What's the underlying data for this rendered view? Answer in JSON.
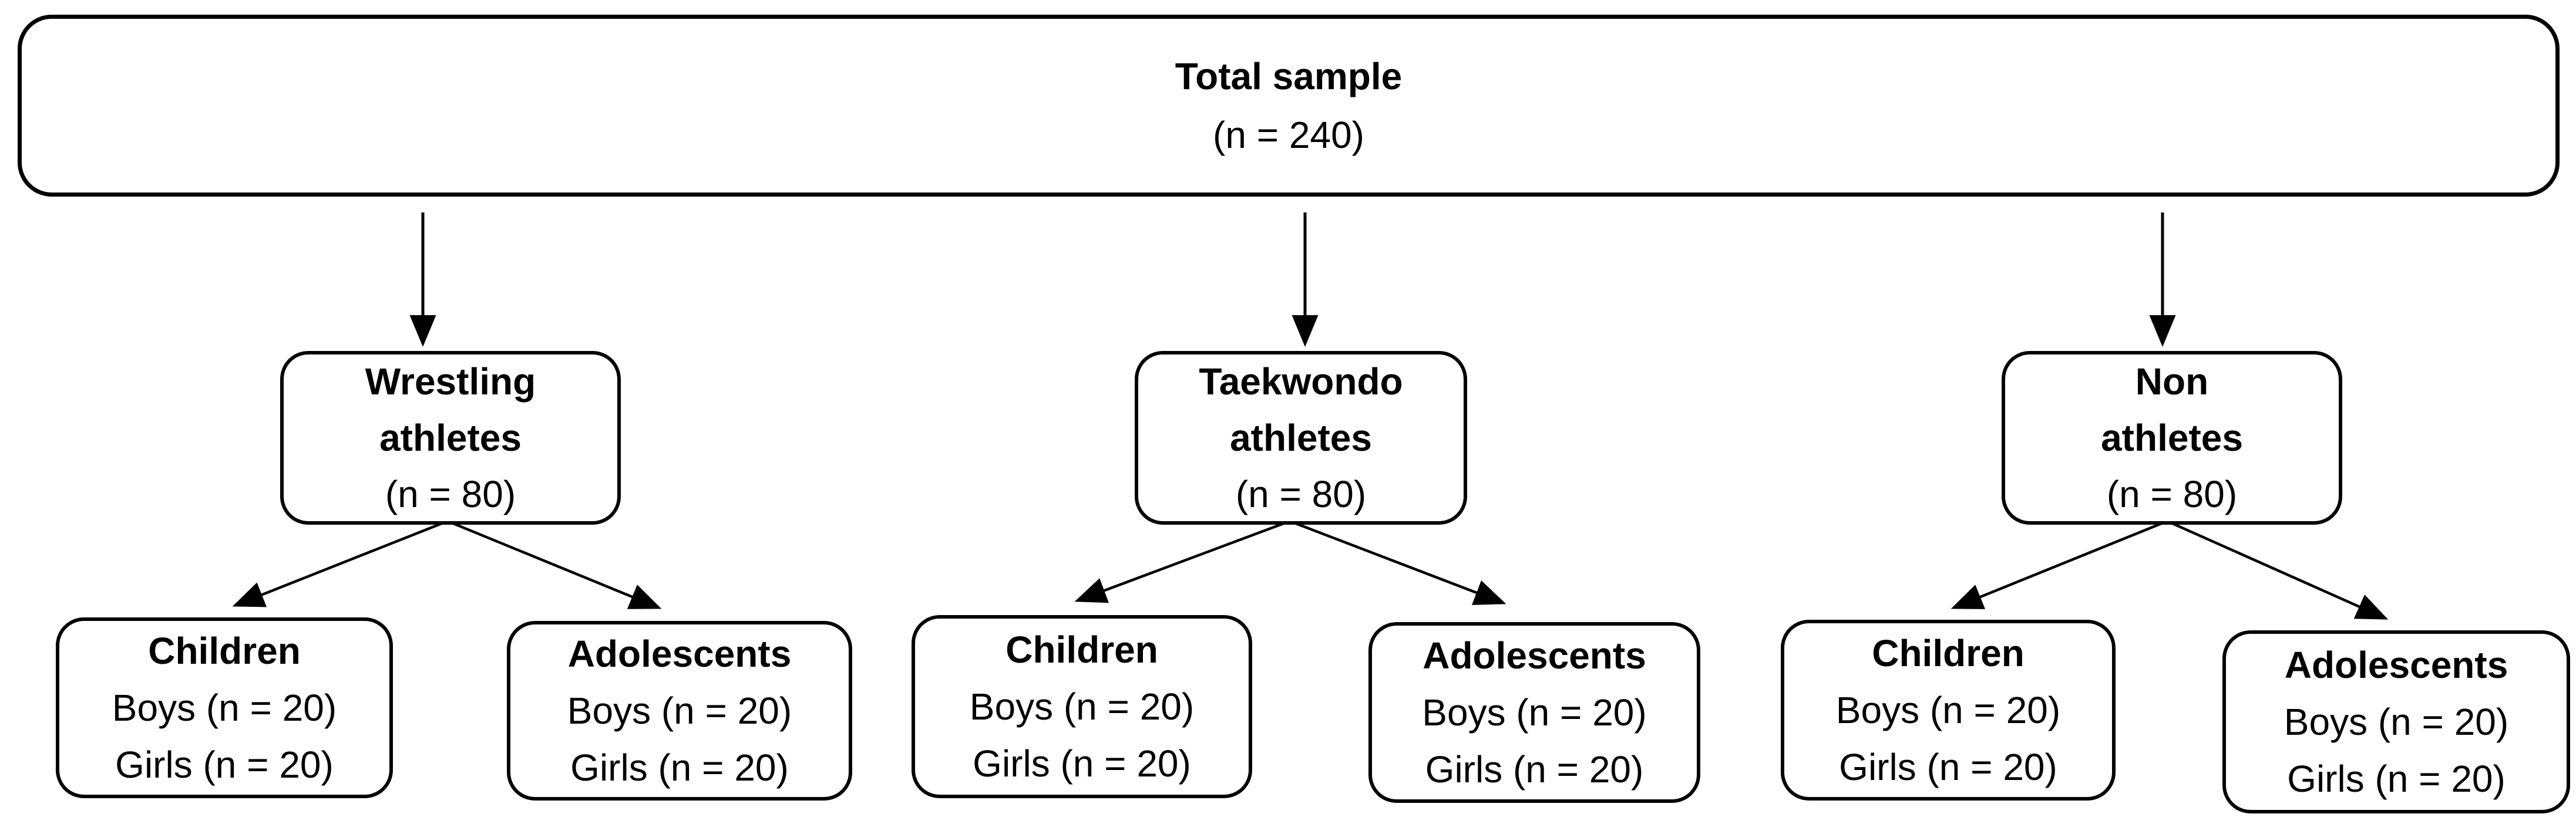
{
  "diagram": {
    "root": {
      "title": "Total sample",
      "count": "(n = 240)"
    },
    "branches": [
      {
        "title_lines": [
          "Wrestling",
          "athletes"
        ],
        "count": "(n = 80)",
        "children": [
          {
            "title": "Children",
            "lines": [
              "Boys (n = 20)",
              "Girls (n = 20)"
            ]
          },
          {
            "title": "Adolescents",
            "lines": [
              "Boys (n = 20)",
              "Girls (n = 20)"
            ]
          }
        ]
      },
      {
        "title_lines": [
          "Taekwondo",
          "athletes"
        ],
        "count": "(n = 80)",
        "children": [
          {
            "title": "Children",
            "lines": [
              "Boys (n = 20)",
              "Girls (n = 20)"
            ]
          },
          {
            "title": "Adolescents",
            "lines": [
              "Boys (n = 20)",
              "Girls (n = 20)"
            ]
          }
        ]
      },
      {
        "title_lines": [
          "Non",
          "athletes"
        ],
        "count": "(n = 80)",
        "children": [
          {
            "title": "Children",
            "lines": [
              "Boys (n = 20)",
              "Girls (n = 20)"
            ]
          },
          {
            "title": "Adolescents",
            "lines": [
              "Boys (n = 20)",
              "Girls (n = 20)"
            ]
          }
        ]
      }
    ]
  },
  "colors": {
    "background": "#ffffff",
    "line": "#000000",
    "text": "#000000"
  }
}
